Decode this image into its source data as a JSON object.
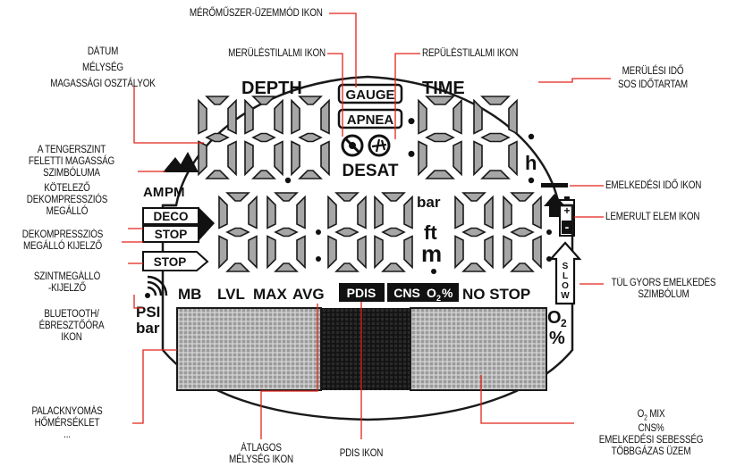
{
  "display": {
    "depth_label": "DEPTH",
    "time_label": "TIME",
    "gauge": "GAUGE",
    "apnea": "APNEA",
    "desat": "DESAT",
    "hour_unit": "h",
    "am": "AM",
    "pm": "PM",
    "deco": "DECO",
    "stop": "STOP",
    "stop_outline": "STOP",
    "bar_unit": "bar",
    "ft_unit": "ft",
    "m_unit": "m",
    "psi": "PSI",
    "bar_bottom": "bar",
    "mb": "MB",
    "lvl": "LVL",
    "max": "MAX",
    "avg": "AVG",
    "pdis": "PDIS",
    "cns": "CNS",
    "o2pct_o": "O",
    "o2pct_sub": "2",
    "o2pct_pct": "%",
    "no_stop": "NO STOP",
    "o2_o": "O",
    "o2_sub": "2",
    "o2_pct": "%",
    "slow": [
      "S",
      "L",
      "O",
      "W"
    ],
    "battery_plus": "+",
    "battery_minus": "-",
    "seg_depth": "888",
    "seg_time": ":88",
    "seg_mid_left": "88",
    "seg_mid_center": "88",
    "seg_mid_right": "88"
  },
  "labels": {
    "gauge_mode": [
      "MÉRŐMŰSZER-ÜZEMMÓD IKON"
    ],
    "date_depth": [
      "DÁTUM",
      "MÉLYSÉG",
      "MAGASSÁGI OSZTÁLYOK"
    ],
    "no_dive": [
      "MERÜLÉSTILALMI IKON"
    ],
    "no_fly": [
      "REPÜLÉSTILALMI IKON"
    ],
    "dive_time": [
      "MERÜLÉSI IDŐ",
      "SOS IDŐTARTAM"
    ],
    "altitude": [
      "A TENGERSZINT",
      "FELETTI MAGASSÁG",
      "SZIMBÓLUMA"
    ],
    "mand_deco": [
      "KÖTELEZŐ",
      "DEKOMPRESSZIÓS",
      "MEGÁLLÓ"
    ],
    "deco_stop": [
      "DEKOMPRESSZIÓS",
      "MEGÁLLÓ KIJELZŐ"
    ],
    "level_stop": [
      "SZINTMEGÁLLÓ",
      "-KIJELZŐ"
    ],
    "bluetooth": [
      "BLUETOOTH/",
      "ÉBRESZTŐÓRA",
      "IKON"
    ],
    "ascent_time": [
      "EMELKEDÉSI IDŐ IKON"
    ],
    "low_battery": [
      "LEMERÜLT ELEM IKON"
    ],
    "fast_ascent": [
      "TÚL GYORS EMELKEDÉS",
      "SZIMBÓLUM"
    ],
    "tank_pressure": [
      "PALACKNYOMÁS",
      "HŐMÉRSÉKLET",
      "..."
    ],
    "avg_depth": [
      "ÁTLAGOS",
      "MÉLYSÉG IKON"
    ],
    "pdis_icon": [
      "PDIS IKON"
    ],
    "o2mix": {
      "o": "O",
      "sub": "2",
      "rest": " MIX",
      "lines": [
        "CNS%",
        "EMELKEDÉSI SEBESSÉG",
        "TÖBBGÁZAS ÜZEM"
      ]
    }
  },
  "colors": {
    "leader": "#e2231a",
    "segment": "#a6a6a6",
    "segment_stroke": "#1a1a1a",
    "icon": "#111111"
  }
}
